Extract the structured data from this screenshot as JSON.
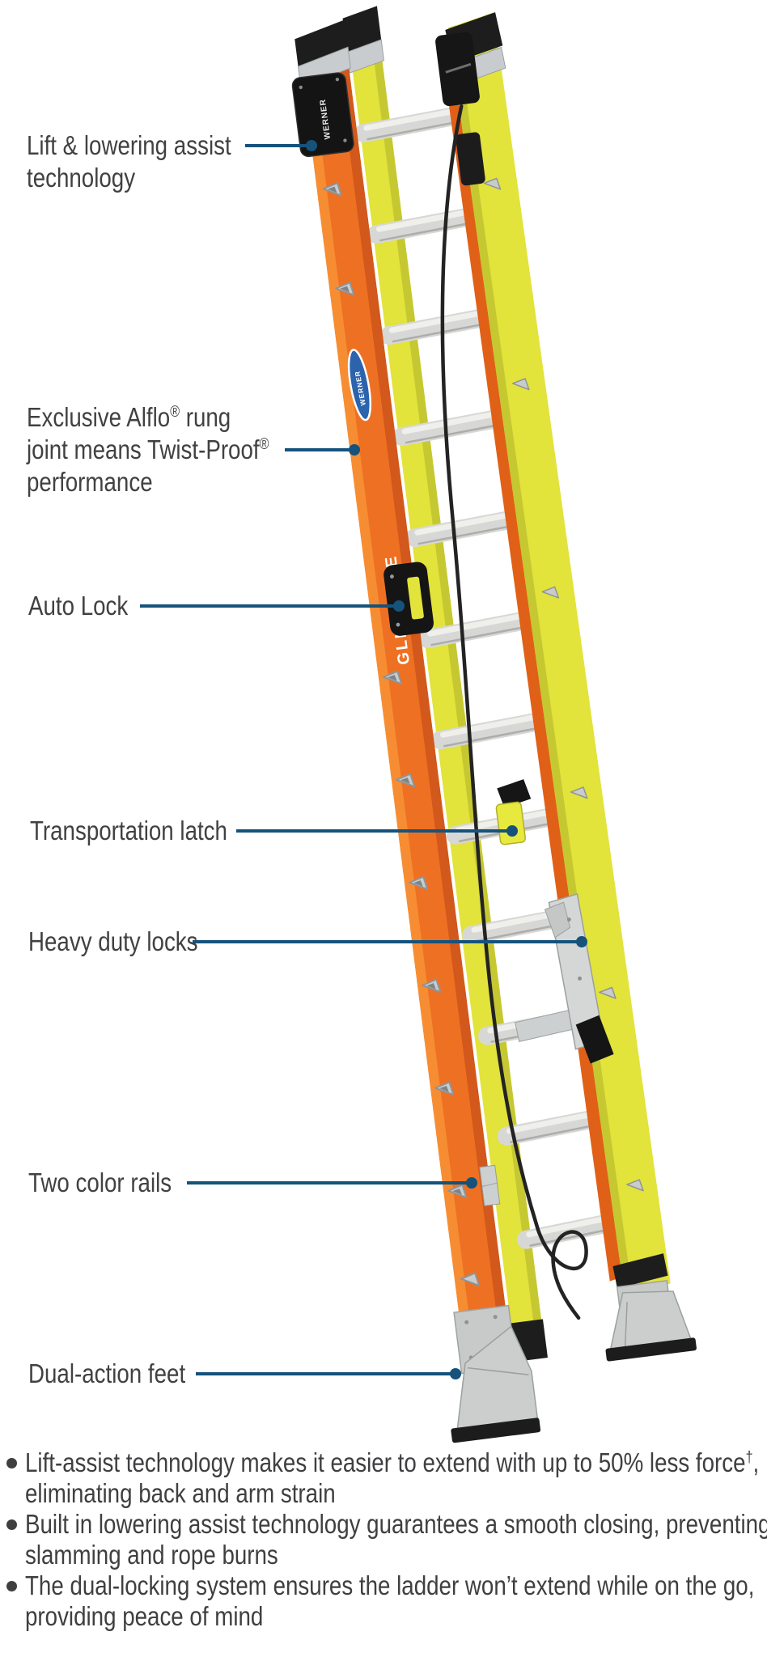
{
  "callouts": [
    {
      "l1": "Lift & lowering assist",
      "l2": "technology"
    },
    {
      "l1a": "Exclusive Alflo",
      "l1sup": "®",
      "l1b": " rung",
      "l2a": "joint means Twist-Proof",
      "l2sup": "®",
      "l3": "performance"
    },
    {
      "l1": "Auto Lock"
    },
    {
      "l1": "Transportation latch"
    },
    {
      "l1": "Heavy duty locks"
    },
    {
      "l1": "Two color rails"
    },
    {
      "l1": "Dual-action feet"
    }
  ],
  "bullets": [
    {
      "l1a": "Lift-assist technology makes it easier to extend with up to 50% less force",
      "l1sup": "†",
      "l1b": ",",
      "l2": "eliminating back and arm strain"
    },
    {
      "l1": "Built in lowering assist technology guarantees a smooth closing, preventing",
      "l2": "slamming and rope burns"
    },
    {
      "l1": "The dual-locking system ensures the ladder won’t extend while on the go,",
      "l2": "providing peace of mind"
    }
  ],
  "ladder": {
    "rail_text": "GLIDESAFE",
    "badge_text": "WERNER",
    "housing_text": "WERNER"
  },
  "colors": {
    "leader_blue": "#15527C",
    "label_text": "#414142",
    "rail_orange": "#EE7023",
    "rail_yellow": "#E2E33B",
    "rung_silver": "#D7D8D5",
    "foot_silver": "#CBCECC",
    "hardware_black": "#1C1C1C"
  }
}
